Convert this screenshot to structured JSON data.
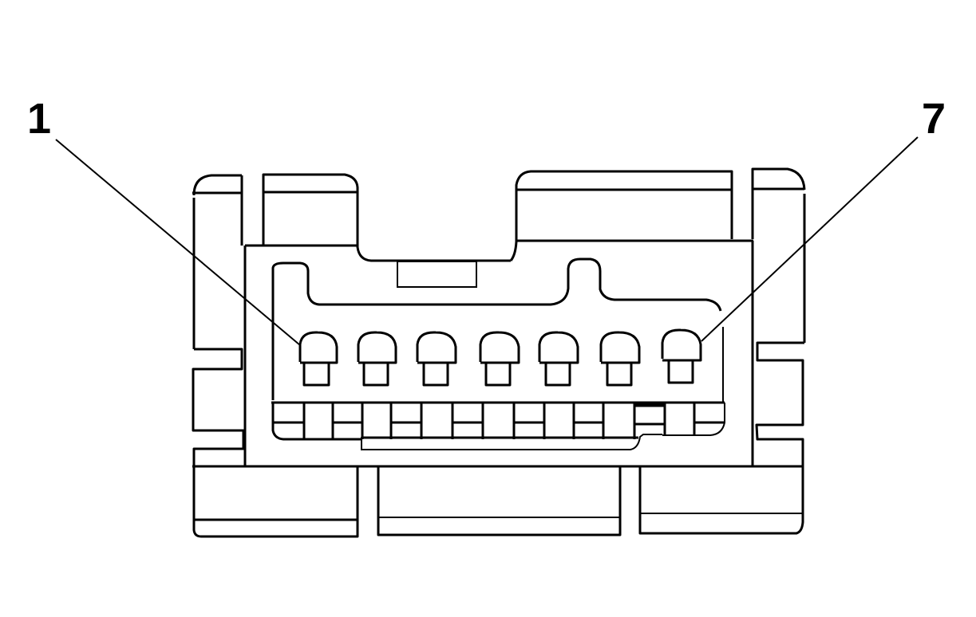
{
  "diagram": {
    "type": "connector-face-view",
    "pin_count": 7,
    "labels": {
      "first_pin": "1",
      "last_pin": "7"
    },
    "colors": {
      "line": "#000000",
      "background": "#ffffff"
    }
  }
}
